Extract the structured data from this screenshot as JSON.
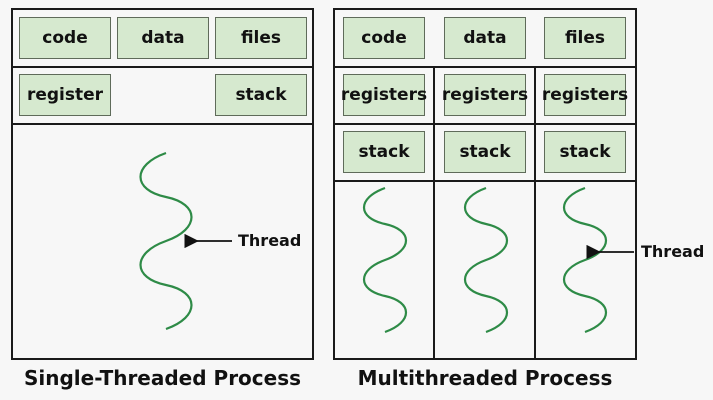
{
  "single": {
    "code": "code",
    "data": "data",
    "files": "files",
    "register": "register",
    "stack": "stack",
    "thread_label": "Thread",
    "caption": "Single-Threaded Process"
  },
  "multi": {
    "code": "code",
    "data": "data",
    "files": "files",
    "registers": [
      "registers",
      "registers",
      "registers"
    ],
    "stacks": [
      "stack",
      "stack",
      "stack"
    ],
    "thread_label": "Thread",
    "caption": "Multithreaded Process"
  },
  "colors": {
    "box_fill": "#d6e9cf",
    "thread": "#2e8b47"
  }
}
